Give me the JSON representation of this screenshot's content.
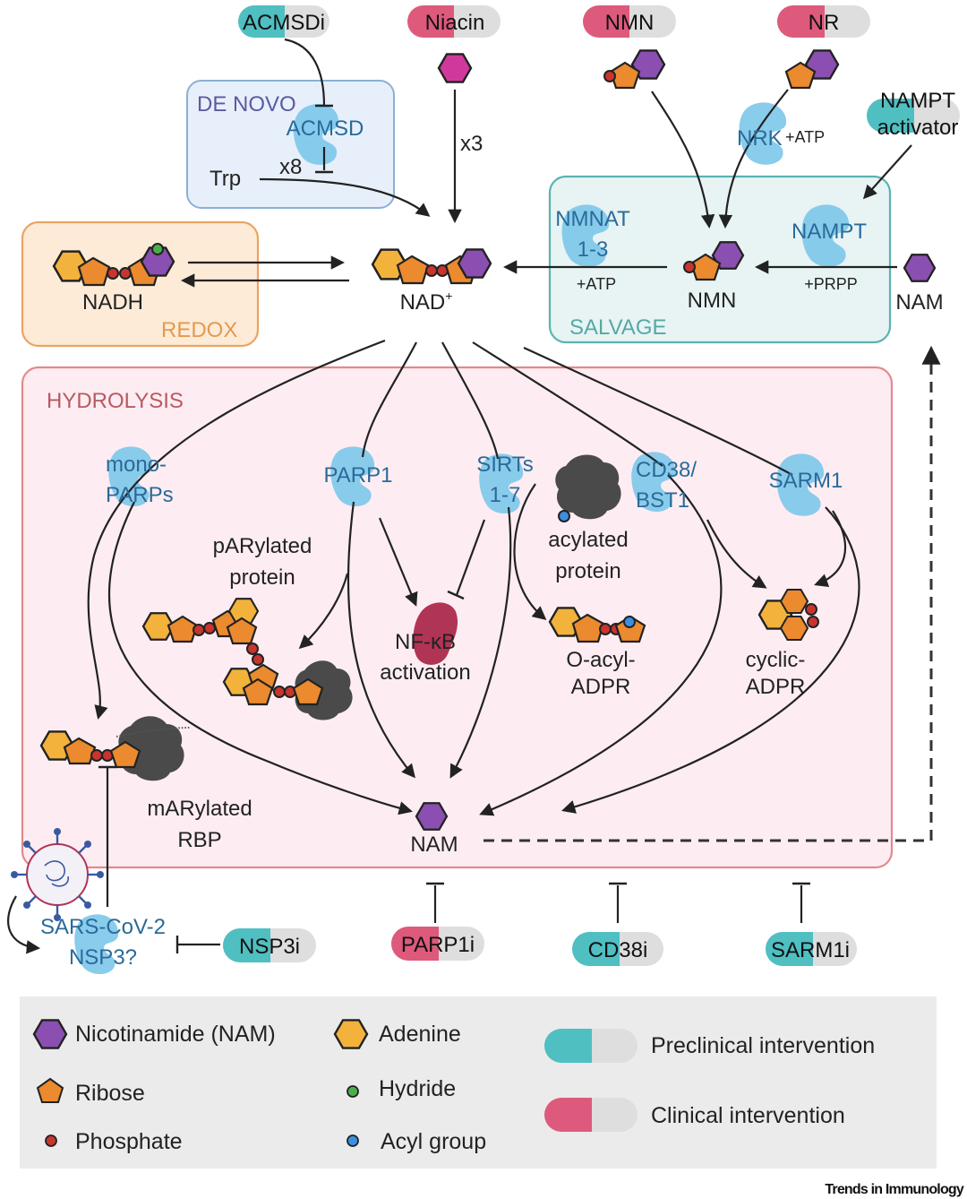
{
  "colors": {
    "nam": "#8a4fb0",
    "adenine": "#f2b23c",
    "ribose": "#eb8a2e",
    "phosphate": "#c8342e",
    "hydride": "#4bae4a",
    "acyl": "#3d8fe0",
    "enzyme": "#7cc6ea",
    "preclinical": "#4fbfc2",
    "clinical": "#dd5a7c",
    "pill_gray": "#dedede",
    "denovo_bg": "#e7f0fa",
    "denovo_border": "#8ab0d8",
    "redox_bg": "#fdebd8",
    "redox_border": "#eba460",
    "salvage_bg": "#e7f4f3",
    "salvage_border": "#5ab3b2",
    "hydrolysis_bg": "#fdedf2",
    "hydrolysis_border": "#e28a8e",
    "legend_bg": "#ebebeb",
    "niacin": "#d0399b",
    "nfkb": "#b03454",
    "protein": "#4a4a4a"
  },
  "sections": {
    "de_novo": "DE NOVO",
    "redox": "REDOX",
    "salvage": "SALVAGE",
    "hydrolysis": "HYDROLYSIS"
  },
  "pills": {
    "acmsdi": {
      "label": "ACMSDi",
      "type": "preclinical"
    },
    "niacin": {
      "label": "Niacin",
      "type": "clinical"
    },
    "nmn": {
      "label": "NMN",
      "type": "clinical"
    },
    "nr": {
      "label": "NR",
      "type": "clinical"
    },
    "nampt_activator": {
      "label_line1": "NAMPT",
      "label_line2": "activator",
      "type": "preclinical"
    },
    "nsp3i": {
      "label": "NSP3i",
      "type": "preclinical"
    },
    "parp1i": {
      "label": "PARP1i",
      "type": "clinical"
    },
    "cd38i": {
      "label": "CD38i",
      "type": "preclinical"
    },
    "sarm1i": {
      "label": "SARM1i",
      "type": "preclinical"
    }
  },
  "enzymes": {
    "acmsd": "ACMSD",
    "nrk": "NRK",
    "nmnat_line1": "NMNAT",
    "nmnat_line2": "1-3",
    "nampt": "NAMPT",
    "mono_parps_line1": "mono-",
    "mono_parps_line2": "PARPs",
    "parp1": "PARP1",
    "sirts_line1": "SIRTs",
    "sirts_line2": "1-7",
    "cd38_line1": "CD38/",
    "cd38_line2": "BST1",
    "sarm1": "SARM1",
    "sars_line1": "SARS-CoV-2",
    "sars_line2": "NSP3?"
  },
  "labels": {
    "trp": "Trp",
    "x8": "x8",
    "x3": "x3",
    "nadh": "NADH",
    "nad": "NAD",
    "nad_charge": "+",
    "nmn_salvage": "NMN",
    "nam_salvage": "NAM",
    "plus_atp_nrk": "+ATP",
    "plus_atp_nmnat": "+ATP",
    "plus_prpp": "+PRPP",
    "parylated_line1": "pARylated",
    "parylated_line2": "protein",
    "nfkb_line1": "NF-κB",
    "nfkb_line2": "activation",
    "acylated_line1": "acylated",
    "acylated_line2": "protein",
    "oacyl_line1": "O-acyl-",
    "oacyl_line2": "ADPR",
    "cyclic_line1": "cyclic-",
    "cyclic_line2": "ADPR",
    "marylated_line1": "mARylated",
    "marylated_line2": "RBP",
    "nam_hydrolysis": "NAM"
  },
  "legend": {
    "items": [
      {
        "icon": "hexagon",
        "color_key": "nam",
        "label": "Nicotinamide (NAM)"
      },
      {
        "icon": "pentagon",
        "color_key": "ribose",
        "label": "Ribose"
      },
      {
        "icon": "dot",
        "color_key": "phosphate",
        "label": "Phosphate"
      },
      {
        "icon": "hexagon",
        "color_key": "adenine",
        "label": "Adenine"
      },
      {
        "icon": "dot",
        "color_key": "hydride",
        "label": "Hydride"
      },
      {
        "icon": "dot",
        "color_key": "acyl",
        "label": "Acyl group"
      }
    ],
    "pill_items": [
      {
        "type": "preclinical",
        "label": "Preclinical intervention"
      },
      {
        "type": "clinical",
        "label": "Clinical intervention"
      }
    ]
  },
  "footer": "Trends in Immunology"
}
